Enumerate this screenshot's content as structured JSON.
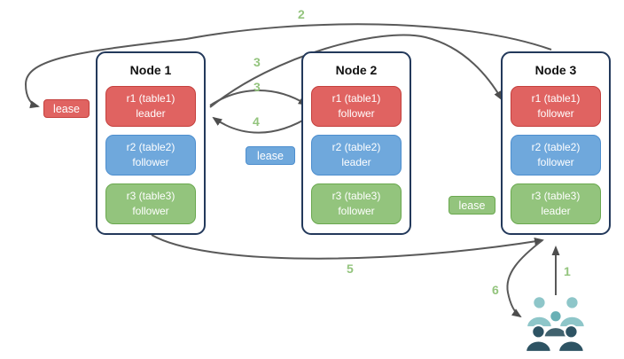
{
  "nodes": [
    {
      "title": "Node 1",
      "replicas": [
        {
          "name": "r1 (table1)",
          "role": "leader",
          "color": "#e06361"
        },
        {
          "name": "r2 (table2)",
          "role": "follower",
          "color": "#6fa8dc"
        },
        {
          "name": "r3 (table3)",
          "role": "follower",
          "color": "#93c47d"
        }
      ]
    },
    {
      "title": "Node 2",
      "replicas": [
        {
          "name": "r1 (table1)",
          "role": "follower",
          "color": "#e06361"
        },
        {
          "name": "r2 (table2)",
          "role": "leader",
          "color": "#6fa8dc"
        },
        {
          "name": "r3 (table3)",
          "role": "follower",
          "color": "#93c47d"
        }
      ]
    },
    {
      "title": "Node 3",
      "replicas": [
        {
          "name": "r1 (table1)",
          "role": "follower",
          "color": "#e06361"
        },
        {
          "name": "r2 (table2)",
          "role": "follower",
          "color": "#6fa8dc"
        },
        {
          "name": "r3 (table3)",
          "role": "leader",
          "color": "#93c47d"
        }
      ]
    }
  ],
  "leases": [
    {
      "label": "lease",
      "color": "#e06361"
    },
    {
      "label": "lease",
      "color": "#6fa8dc"
    },
    {
      "label": "lease",
      "color": "#93c47d"
    }
  ],
  "steps": {
    "s1": "1",
    "s2": "2",
    "s3a": "3",
    "s3b": "3",
    "s4": "4",
    "s5": "5",
    "s6": "6"
  },
  "icons": {
    "users": "users-group-icon"
  },
  "colors": {
    "node_border": "#23395b",
    "arrow": "#595959",
    "arrowhead": "#4d4d4d",
    "step_label": "#93c47d",
    "red_fill": "#e06361",
    "red_border": "#c4403d",
    "blue_fill": "#6fa8dc",
    "blue_border": "#4d8ece",
    "green_fill": "#93c47d",
    "green_border": "#6aa84f",
    "users_light": "#8ec6c9",
    "users_mid": "#69b0b5",
    "users_slate": "#41626e",
    "users_dark": "#2d5363"
  }
}
